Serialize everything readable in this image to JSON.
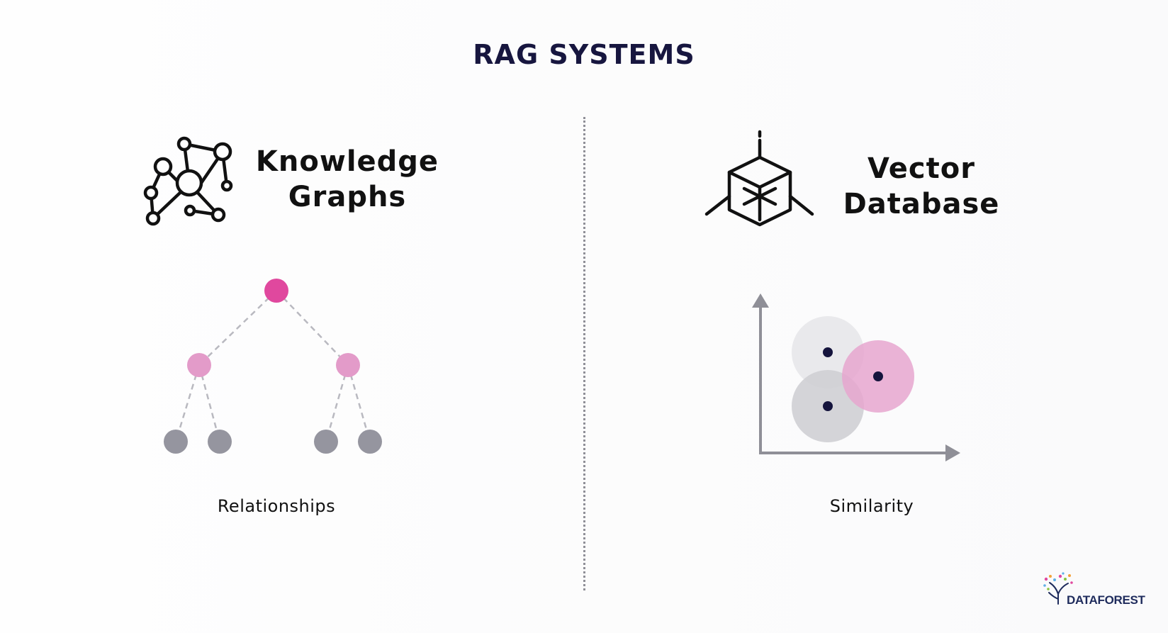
{
  "title": "RAG SYSTEMS",
  "left_panel": {
    "heading_line1": "Knowledge",
    "heading_line2": "Graphs",
    "icon": "knowledge-graph-icon",
    "caption": "Relationships",
    "tree": {
      "root_color": "#e0489e",
      "child_color": "#e39bc9",
      "leaf_color": "#95959f",
      "edge_color": "#b9b9c0"
    }
  },
  "right_panel": {
    "heading_line1": "Vector",
    "heading_line2": "Database",
    "icon": "vector-cube-icon",
    "caption": "Similarity",
    "clusters": {
      "light_color": "#e7e7ea",
      "grey_color": "#cfcfd4",
      "pink_color": "#e6a6cf",
      "point_color": "#15143d",
      "axis_color": "#8f8f97"
    }
  },
  "logo": {
    "text": "DATAFOREST",
    "icon": "tree-logo-icon"
  }
}
